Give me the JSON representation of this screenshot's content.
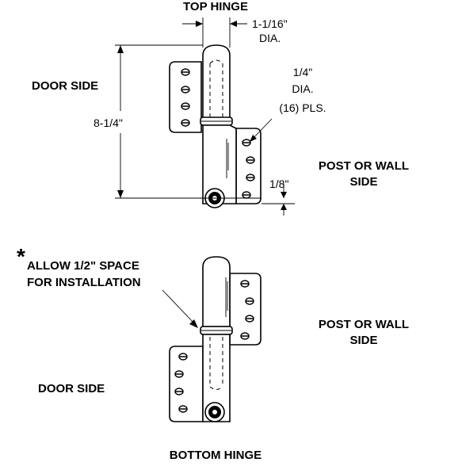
{
  "labels": {
    "top_hinge": "TOP HINGE",
    "bottom_hinge": "BOTTOM HINGE",
    "door_side_top": "DOOR SIDE",
    "door_side_bottom": "DOOR SIDE",
    "post_side_top_1": "POST OR WALL",
    "post_side_top_2": "SIDE",
    "post_side_bottom_1": "POST OR WALL",
    "post_side_bottom_2": "SIDE",
    "dia_value": "1-1/16\"",
    "dia_unit": "DIA.",
    "height_value": "8-1/4\"",
    "hole_value": "1/4\"",
    "hole_unit": "DIA.",
    "hole_count": "(16) PLS.",
    "offset_value": "1/8\"",
    "asterisk": "*",
    "note_line_1": "ALLOW 1/2\" SPACE",
    "note_line_2": "FOR INSTALLATION"
  }
}
